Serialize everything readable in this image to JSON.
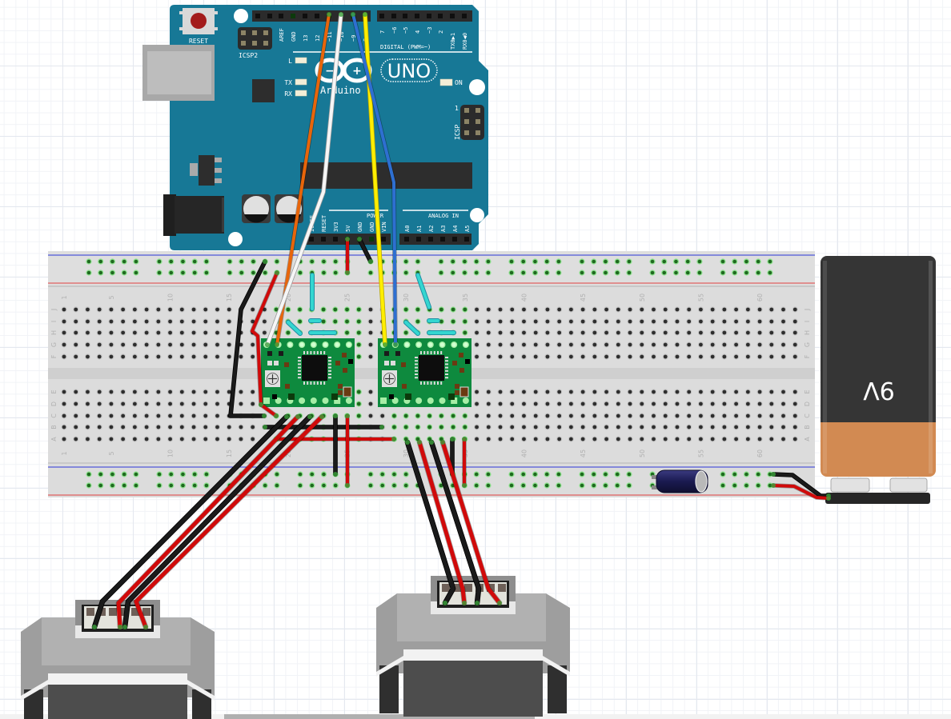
{
  "app": {
    "view": "Breadboard view",
    "description": "Arduino UNO driving two A4988 stepper drivers and two stepper motors, powered by a 9V battery"
  },
  "arduino": {
    "board_name": "UNO",
    "brand": "Arduino",
    "reset_label": "RESET",
    "icsp2_label": "ICSP2",
    "icsp_label": "ICSP",
    "icsp_pin1": "1",
    "on_label": "ON",
    "led_labels": [
      "L",
      "TX",
      "RX"
    ],
    "digital_header_label": "DIGITAL (PWM=~)",
    "top_header_pins": [
      "AREF",
      "GND",
      "13",
      "12",
      "~11",
      "~10",
      "~9",
      "8"
    ],
    "top_header_pins2": [
      "7",
      "~6",
      "~5",
      "4",
      "~3",
      "2",
      "TX0▶1",
      "RX0◀0"
    ],
    "power_label": "POWER",
    "power_pins": [
      "IOREF",
      "RESET",
      "3V3",
      "5V",
      "GND",
      "GND",
      "VIN"
    ],
    "analog_label": "ANALOG IN",
    "analog_pins": [
      "A0",
      "A1",
      "A2",
      "A3",
      "A4",
      "A5"
    ],
    "colors": {
      "board": "#177896",
      "header": "#2b2b2b"
    }
  },
  "breadboard": {
    "columns": 63,
    "row_labels_top": [
      "J",
      "I",
      "H",
      "G",
      "F"
    ],
    "row_labels_bottom": [
      "E",
      "D",
      "C",
      "B",
      "A"
    ],
    "column_number_labels": [
      "1",
      "5",
      "10",
      "15",
      "20",
      "25",
      "30",
      "35",
      "40",
      "45",
      "50",
      "55",
      "60"
    ],
    "colors": {
      "body": "#dcdcdc",
      "rail_red": "#e05a5a",
      "rail_blue": "#2a35d8",
      "hole": "#2d2d2d",
      "active_hole": "#5fcf5f"
    }
  },
  "drivers": [
    {
      "name": "A4988 driver 1",
      "color": "#0e8a3e"
    },
    {
      "name": "A4988 driver 2",
      "color": "#0e8a3e"
    }
  ],
  "battery": {
    "label": "9V",
    "colors": {
      "top": "#353535",
      "bottom": "#d28a52"
    }
  },
  "capacitor": {
    "name": "electrolytic capacitor",
    "color": "#1c1c58"
  },
  "motors": [
    {
      "name": "stepper motor 1"
    },
    {
      "name": "stepper motor 2"
    }
  ],
  "wires": {
    "colors": {
      "orange": "#e8650a",
      "white": "#f6f6f6",
      "yellow": "#ffee00",
      "blue": "#2e6fd1",
      "red": "#d10a0a",
      "black": "#1a1a1a",
      "cyan": "#34d6d0"
    }
  },
  "scrollbar": {
    "position_fraction": 0.236,
    "visible_fraction": 0.327
  }
}
